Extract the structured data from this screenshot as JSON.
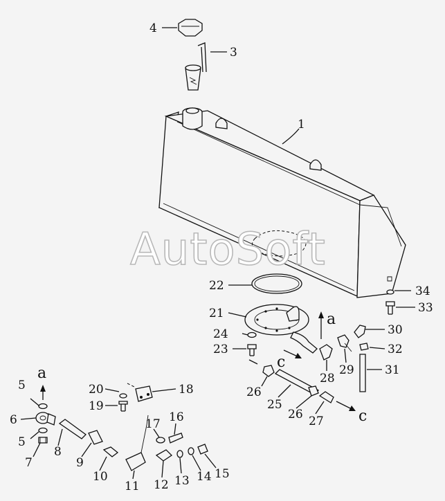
{
  "watermark": "AutoSoft",
  "callouts": {
    "p1": "1",
    "p3": "3",
    "p4": "4",
    "p5a": "5",
    "p5b": "5",
    "p6": "6",
    "p7": "7",
    "p8": "8",
    "p9": "9",
    "p10": "10",
    "p11": "11",
    "p12": "12",
    "p13": "13",
    "p14": "14",
    "p15": "15",
    "p16": "16",
    "p17": "17",
    "p18": "18",
    "p19": "19",
    "p20": "20",
    "p21": "21",
    "p22": "22",
    "p23": "23",
    "p24": "24",
    "p25": "25",
    "p26a": "26",
    "p26b": "26",
    "p27": "27",
    "p28": "28",
    "p29": "29",
    "p30": "30",
    "p31": "31",
    "p32": "32",
    "p33": "33",
    "p34": "34"
  },
  "flow_labels": {
    "a_right": "a",
    "c_mid": "c",
    "c_right": "c",
    "a_left": "a"
  }
}
